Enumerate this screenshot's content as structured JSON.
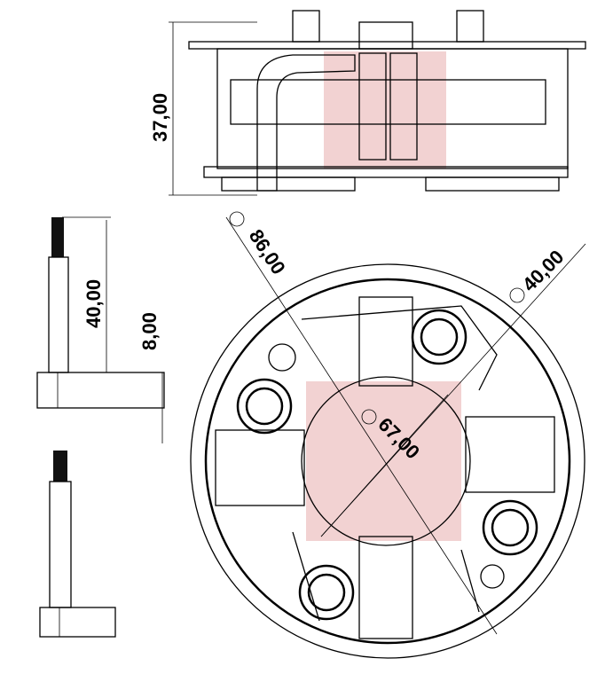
{
  "dimensions": {
    "top_height": "37,00",
    "brush_length": "40,00",
    "brush_block_height": "8,00",
    "outer_diameter": "86,00",
    "inner_diameter": "40,00",
    "mid_diameter": "67,00"
  },
  "colors": {
    "watermark": "#e8b4b4",
    "line": "#000000"
  }
}
